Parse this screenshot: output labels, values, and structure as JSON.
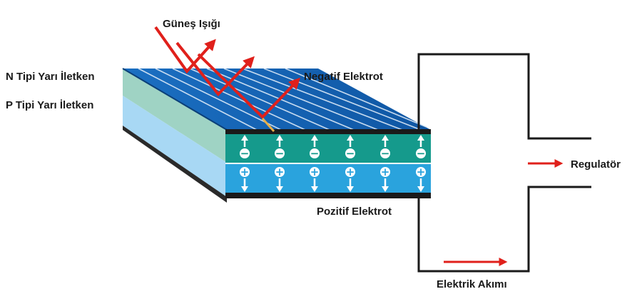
{
  "labels": {
    "sunlight": "Güneş Işığı",
    "n_type": "N Tipi Yarı İletken",
    "p_type": "P Tipi Yarı İletken",
    "negative_electrode": "Negatif Elektrot",
    "positive_electrode": "Pozitif Elektrot",
    "regulator": "Regulatör",
    "current": "Elektrik Akımı"
  },
  "symbols": {
    "minus": "−",
    "plus": "+"
  },
  "colors": {
    "panel_blue": "#1565b8",
    "n_layer": "#159a8c",
    "p_layer": "#2aa3dd",
    "electrode": "#1a1a1a",
    "arrow_red": "#e0201b",
    "text": "#1a1a1a"
  }
}
